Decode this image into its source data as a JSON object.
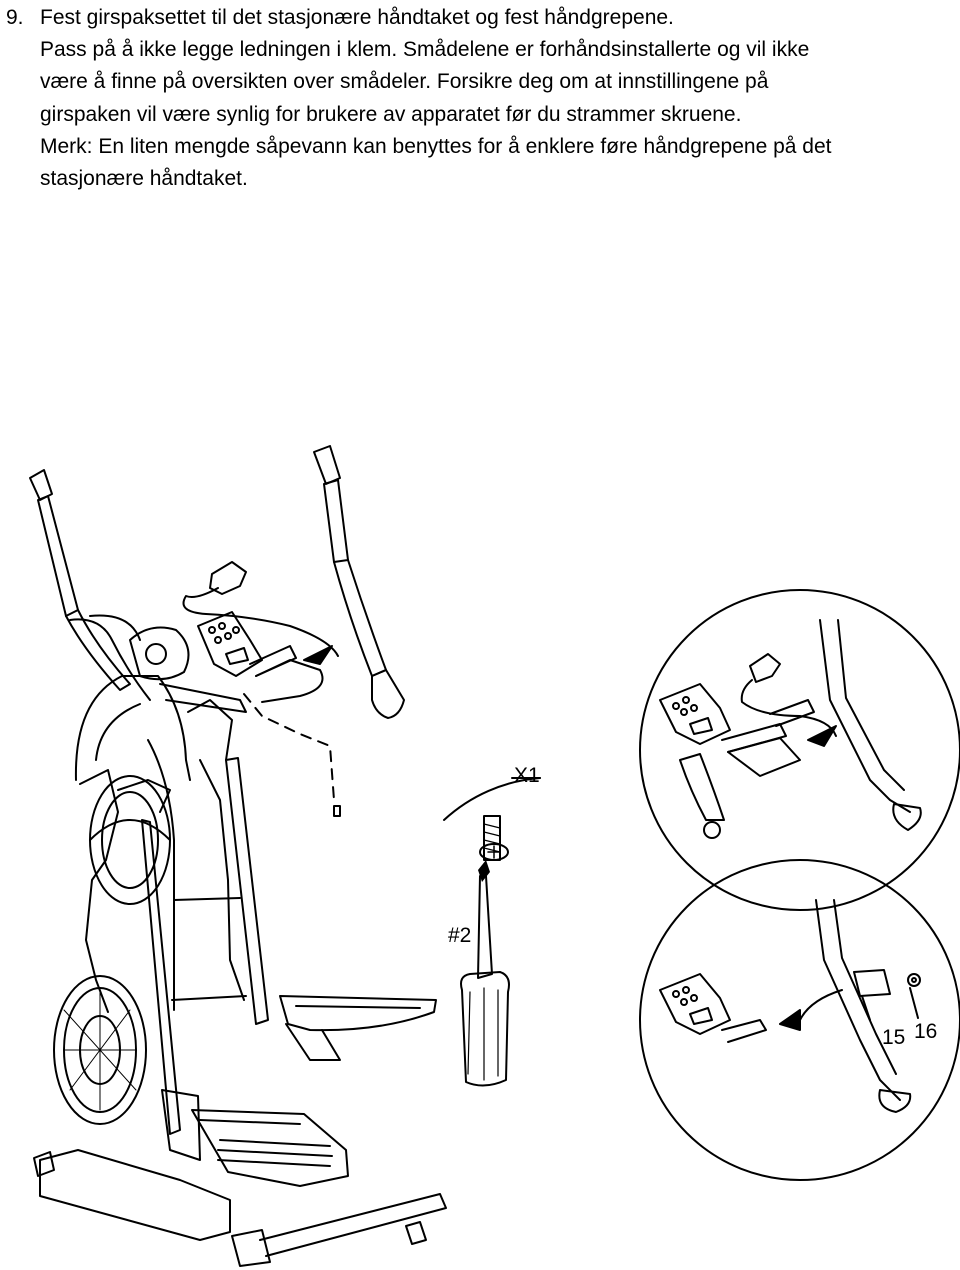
{
  "step": {
    "number": "9.",
    "lines": [
      "Fest girspaksettet til det stasjonære håndtaket og fest håndgrepene.",
      "Pass på å ikke legge ledningen i klem. Smådelene er forhåndsinstallerte og vil ikke",
      "være å finne på oversikten over smådeler. Forsikre deg om at innstillingene på",
      "girspaken vil være synlig for brukere av apparatet før du strammer skruene.",
      "Merk: En liten mengde såpevann kan benyttes for å enklere føre håndgrepene på det",
      "stasjonære håndtaket."
    ]
  },
  "callouts": {
    "screw_qty": "X1",
    "screwdriver": "#2",
    "part_a": "15",
    "part_b": "16"
  },
  "icons": [
    "machine-illustration",
    "screw-icon",
    "screwdriver-icon",
    "detail-circle-top",
    "detail-circle-bottom",
    "arrow-icon"
  ]
}
